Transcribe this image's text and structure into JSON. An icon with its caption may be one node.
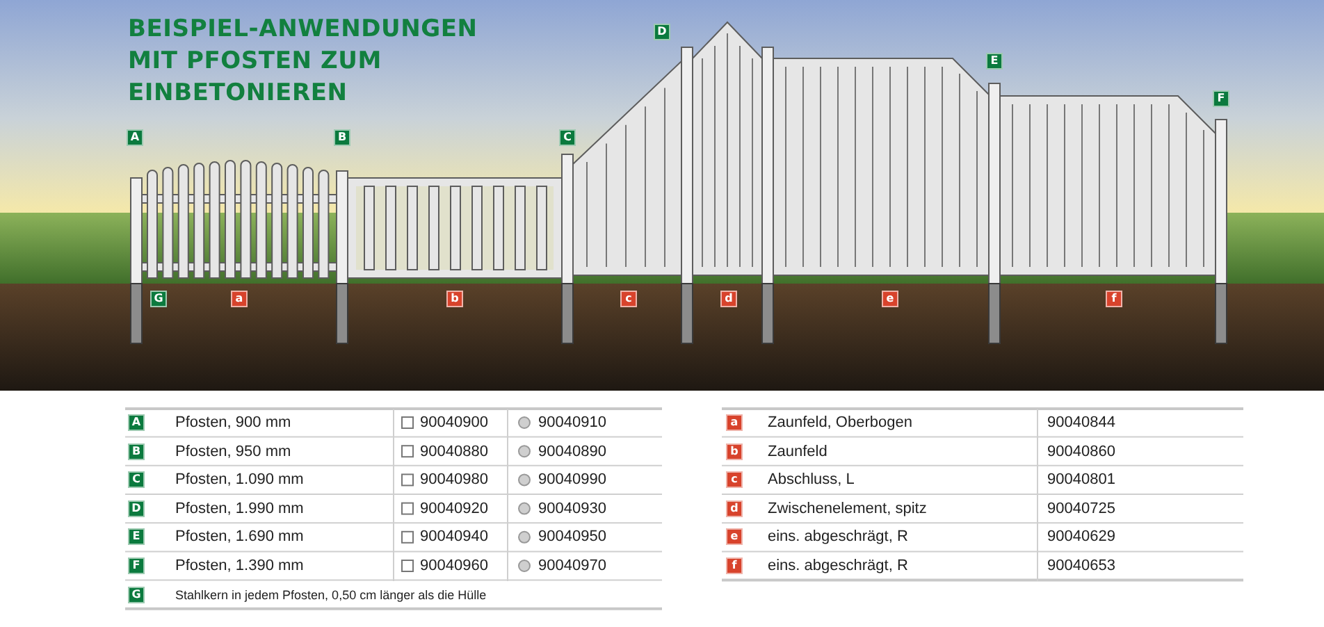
{
  "diagram": {
    "title": "BEISPIEL-ANWENDUNGEN MIT PFOSTEN ZUM EINBETONIEREN",
    "labels": [
      "A",
      "B",
      "C",
      "D",
      "E",
      "F",
      "G",
      "a",
      "b",
      "c",
      "d",
      "e",
      "f",
      "A",
      "Pfosten, 900 mm",
      "90040900",
      "90040910",
      "B",
      "Pfosten, 950 mm",
      "90040880",
      "90040890",
      "C",
      "Pfosten, 1.090 mm",
      "90040980",
      "90040990",
      "D",
      "Pfosten, 1.990 mm",
      "90040920",
      "90040930",
      "E",
      "Pfosten, 1.690 mm",
      "90040940",
      "90040950",
      "F",
      "Pfosten, 1.390 mm",
      "90040960",
      "90040970",
      "G",
      "Stahlkern in jedem Pfosten, 0,50 cm länger als die Hülle",
      "a",
      "Zaunfeld, Oberbogen",
      "90040844",
      "b",
      "Zaunfeld",
      "90040860",
      "c",
      "Abschluss, L",
      "90040801",
      "d",
      "Zwischenelement, spitz",
      "90040725",
      "e",
      "eins. abgeschrägt, R",
      "90040629",
      "f",
      "eins. abgeschrägt, R",
      "90040653"
    ]
  }
}
